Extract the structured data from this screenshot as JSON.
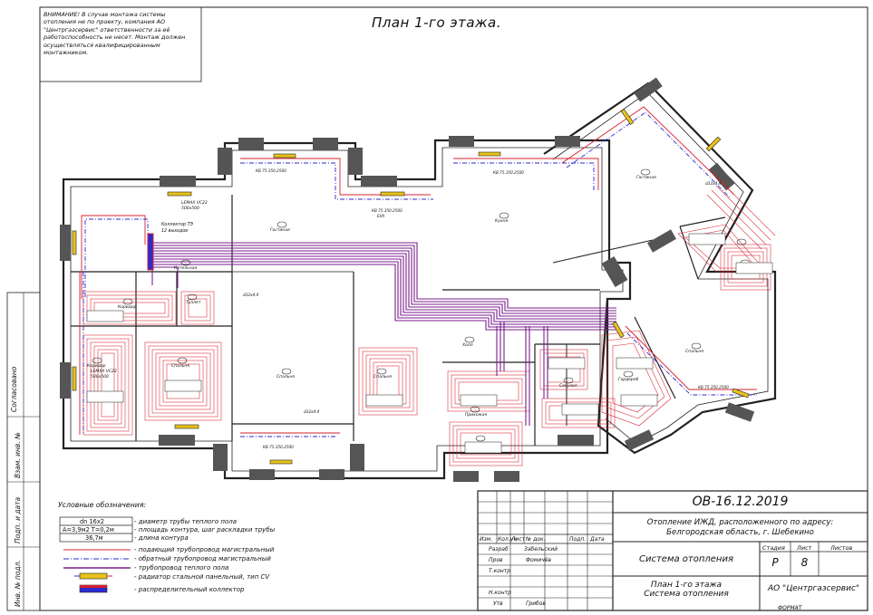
{
  "warning_note": "ВНИМАНИЕ! В случае монтажа системы отопления не по проекту, компания АО \"Центргазсервис\" ответственности за её работоспособность не несет. Монтаж должен осуществляться квалифицированным монтажником.",
  "plan_title": "План 1-го этажа.",
  "side_labels": {
    "soglasovano": "Согласовано",
    "vzam_inv": "Взам. инв. №",
    "podp_data": "Подп. и дата",
    "inv_podl": "Инв. № подл."
  },
  "rooms": {
    "gostinaya": "Гостиная",
    "koridor": "Коридор",
    "spalnya": "Спальня",
    "kuhnya": "Кухня",
    "holl": "Холл",
    "prihozhaya": "Прихожая",
    "sanuzel": "Санузел",
    "tualet": "Туалет",
    "garderob": "Гардероб",
    "kotelnaya": "Котельная"
  },
  "annotations": {
    "collector": "Коллектор ТЭ",
    "collector_outlets": "12 выходов",
    "radiator1": "LEMAX VC22",
    "radiator1_size": "500x500",
    "radiator2": "LEMAX VC22",
    "radiator2_size": "500x500",
    "pipe_tag": "КВ 75.350.2500",
    "pipe_tag_short": "EVA",
    "pipe_d": "d32x4.4"
  },
  "legend": {
    "heading": "Условные обозначения:",
    "box_pipe_diam": "dn 16x2",
    "box_area": "A=3,9м2 T=0,2м",
    "box_length": "36,7м",
    "item_diameter": "- диаметр трубы теплого пола",
    "item_area": "- площадь контура, шаг раскладки трубы",
    "item_length": "- длина контура",
    "item_supply": "- подающий трубопровод магистральный",
    "item_return": "- обратный трубопровод магистральный",
    "item_floor_pipe": "- трубопровод теплого пола",
    "item_radiator": "- радиатор стальной панельный, тип CV",
    "item_collector": "- распределительный коллектор"
  },
  "stamp": {
    "doc_code": "ОВ-16.12.2019",
    "object_line1": "Отопление ИЖД, расположенного по адресу:",
    "object_line2": "Белгородская область, г. Шебекино",
    "col_izm": "Изм.",
    "col_kol": "Кол.уч",
    "col_list": "Лист",
    "col_ndok": "№ док.",
    "col_podp": "Подп.",
    "col_data": "Дата",
    "row_razrab": "Разраб",
    "row_prov": "Пров",
    "row_tkontr": "Т.контр",
    "row_nkontr": "Н.контр",
    "row_utv": "Утв",
    "name_razrab": "Забельский",
    "name_prov": "Фомичёв",
    "name_utv": "Грибов",
    "system_name": "Система отопления",
    "stadiya_label": "Стадия",
    "list_label": "Лист",
    "listov_label": "Листов",
    "stadiya_value": "Р",
    "list_value": "8",
    "sheet_title_line1": "План 1-го этажа",
    "sheet_title_line2": "Система отопления",
    "company": "АО \"Центргазсервис\"",
    "format_label": "ФОРМАТ"
  },
  "colors": {
    "supply": "#d8202c",
    "return": "#2b2bd0",
    "floor_pipe": "#7a1f8c",
    "wall": "#222222",
    "radiator": "#e8c21a"
  }
}
